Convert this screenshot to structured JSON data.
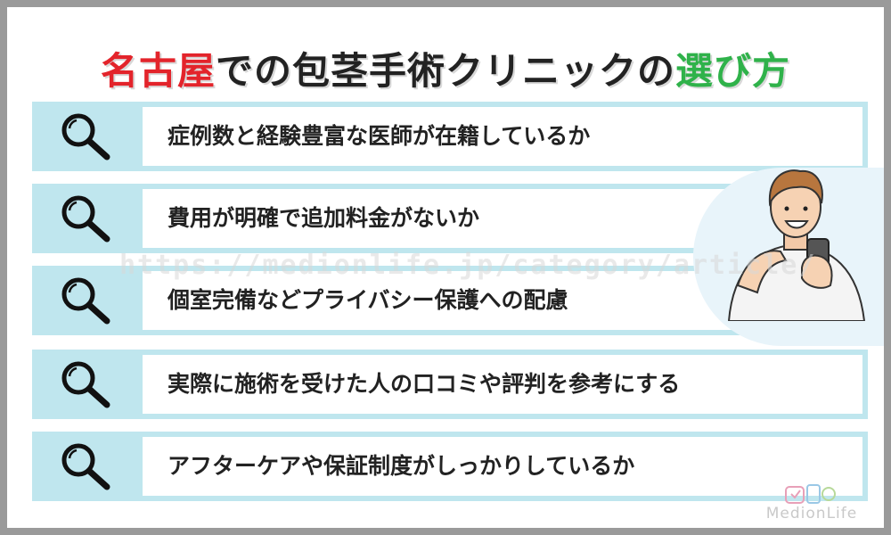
{
  "title": {
    "part_red": "名古屋",
    "part_dark": "での包茎手術クリニックの",
    "part_green": "選び方"
  },
  "items": [
    {
      "text": "症例数と経験豊富な医師が在籍しているか"
    },
    {
      "text": "費用が明確で追加料金がないか"
    },
    {
      "text": "個室完備などプライバシー保護への配慮"
    },
    {
      "text": "実際に施術を受けた人の口コミや評判を参考にする"
    },
    {
      "text": "アフターケアや保証制度がしっかりしているか"
    }
  ],
  "watermark": "https://medionlife.jp/category/article/",
  "logo": {
    "text": "MedionLife"
  },
  "colors": {
    "title_red": "#e3242b",
    "title_green": "#2fb24a",
    "row_band": "#bfe6ee",
    "frame": "#9a9a9a"
  },
  "icons": {
    "row_icon": "magnifier-icon"
  }
}
